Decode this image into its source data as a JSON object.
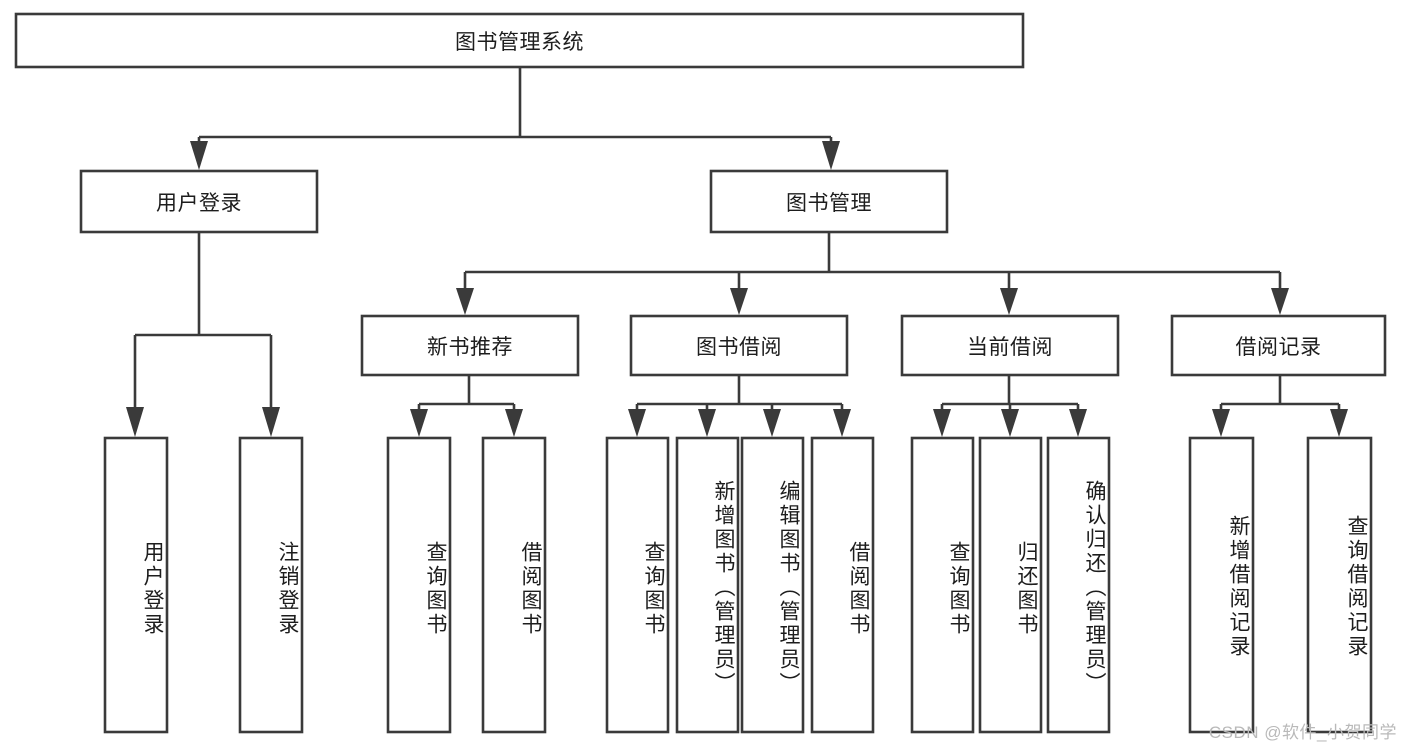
{
  "diagram": {
    "type": "hierarchy-tree",
    "title": "图书管理系统",
    "watermark": "CSDN @软件_小贺同学",
    "nodes": {
      "root": {
        "label": "图书管理系统",
        "level": 1,
        "orientation": "horizontal"
      },
      "l2_user_login": {
        "label": "用户登录",
        "level": 2,
        "orientation": "horizontal"
      },
      "l2_book_manage": {
        "label": "图书管理",
        "level": 2,
        "orientation": "horizontal"
      },
      "l3_new_book_rec": {
        "label": "新书推荐",
        "level": 3,
        "orientation": "horizontal"
      },
      "l3_book_borrow": {
        "label": "图书借阅",
        "level": 3,
        "orientation": "horizontal"
      },
      "l3_current_borrow": {
        "label": "当前借阅",
        "level": 3,
        "orientation": "horizontal"
      },
      "l3_borrow_record": {
        "label": "借阅记录",
        "level": 3,
        "orientation": "horizontal"
      },
      "leaf_user_login": {
        "label": "用户登录",
        "level": 4,
        "orientation": "vertical"
      },
      "leaf_logout_login": {
        "label": "注销登录",
        "level": 4,
        "orientation": "vertical"
      },
      "leaf_query_book_1": {
        "label": "查询图书",
        "level": 4,
        "orientation": "vertical"
      },
      "leaf_borrow_book_1": {
        "label": "借阅图书",
        "level": 4,
        "orientation": "vertical"
      },
      "leaf_query_book_2": {
        "label": "查询图书",
        "level": 4,
        "orientation": "vertical"
      },
      "leaf_add_book_admin": {
        "label": "新增图书（管理员）",
        "level": 4,
        "orientation": "vertical"
      },
      "leaf_edit_book_admin": {
        "label": "编辑图书（管理员）",
        "level": 4,
        "orientation": "vertical"
      },
      "leaf_borrow_book_2": {
        "label": "借阅图书",
        "level": 4,
        "orientation": "vertical"
      },
      "leaf_query_book_3": {
        "label": "查询图书",
        "level": 4,
        "orientation": "vertical"
      },
      "leaf_return_book": {
        "label": "归还图书",
        "level": 4,
        "orientation": "vertical"
      },
      "leaf_confirm_return_admin": {
        "label": "确认归还（管理员）",
        "level": 4,
        "orientation": "vertical"
      },
      "leaf_add_borrow_record": {
        "label": "新增借阅记录",
        "level": 4,
        "orientation": "vertical"
      },
      "leaf_query_borrow_record": {
        "label": "查询借阅记录",
        "level": 4,
        "orientation": "vertical"
      }
    },
    "edges": [
      {
        "from": "root",
        "to": "l2_user_login"
      },
      {
        "from": "root",
        "to": "l2_book_manage"
      },
      {
        "from": "l2_user_login",
        "to": "leaf_user_login"
      },
      {
        "from": "l2_user_login",
        "to": "leaf_logout_login"
      },
      {
        "from": "l2_book_manage",
        "to": "l3_new_book_rec"
      },
      {
        "from": "l2_book_manage",
        "to": "l3_book_borrow"
      },
      {
        "from": "l2_book_manage",
        "to": "l3_current_borrow"
      },
      {
        "from": "l2_book_manage",
        "to": "l3_borrow_record"
      },
      {
        "from": "l3_new_book_rec",
        "to": "leaf_query_book_1"
      },
      {
        "from": "l3_new_book_rec",
        "to": "leaf_borrow_book_1"
      },
      {
        "from": "l3_book_borrow",
        "to": "leaf_query_book_2"
      },
      {
        "from": "l3_book_borrow",
        "to": "leaf_add_book_admin"
      },
      {
        "from": "l3_book_borrow",
        "to": "leaf_edit_book_admin"
      },
      {
        "from": "l3_book_borrow",
        "to": "leaf_borrow_book_2"
      },
      {
        "from": "l3_current_borrow",
        "to": "leaf_query_book_3"
      },
      {
        "from": "l3_current_borrow",
        "to": "leaf_return_book"
      },
      {
        "from": "l3_current_borrow",
        "to": "leaf_confirm_return_admin"
      },
      {
        "from": "l3_borrow_record",
        "to": "leaf_add_borrow_record"
      },
      {
        "from": "l3_borrow_record",
        "to": "leaf_query_borrow_record"
      }
    ],
    "colors": {
      "box_stroke": "#3a3a3a",
      "box_fill": "#ffffff",
      "text": "#1d1d1d",
      "background": "#ffffff",
      "watermark": "#b9b9b9"
    }
  }
}
